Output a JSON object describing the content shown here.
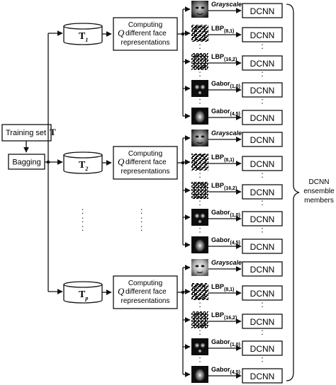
{
  "training_set": {
    "label": "Training set",
    "symbol": "T"
  },
  "bagging": {
    "label": "Bagging"
  },
  "bags": [
    {
      "symbol": "T",
      "index": "1"
    },
    {
      "symbol": "T",
      "index": "2"
    },
    {
      "symbol": "T",
      "index": "p"
    }
  ],
  "computing": {
    "line1": "Computing",
    "q": "Q",
    "line2": "different face",
    "line3": "representations"
  },
  "representations": [
    {
      "name": "Grayscale",
      "sub": "",
      "style": "italic"
    },
    {
      "name": "LBP",
      "sub": "(8,1)",
      "style": "bold"
    },
    {
      "name": "LBP",
      "sub": "(16,2)",
      "style": "bold"
    },
    {
      "name": "Gabor",
      "sub": "(1,0)",
      "style": "bold"
    },
    {
      "name": "Gabor",
      "sub": "(4,5)",
      "style": "bold"
    }
  ],
  "dcnn_label": "DCNN",
  "ensemble": {
    "line1": "DCNN",
    "line2": "ensemble",
    "line3": "members"
  },
  "ellipsis": ":",
  "colors": {
    "line": "#111111",
    "box_fill": "#ffffff",
    "background": "#ffffff"
  }
}
